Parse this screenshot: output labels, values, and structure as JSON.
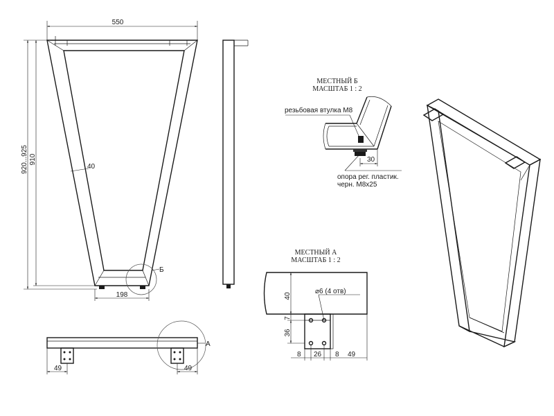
{
  "front_view": {
    "width_label": "550",
    "height_outer_label": "920...925",
    "height_inner_label": "910",
    "profile_label": "40",
    "bottom_width_label": "198",
    "callout_b": "Б"
  },
  "bottom_view": {
    "left_offset_label": "49",
    "right_offset_label": "49",
    "callout_a": "А"
  },
  "detail_b": {
    "title_line1": "МЕСТНЫЙ Б",
    "title_line2": "МАСШТАБ 1 : 2",
    "bushing_label": "резьбовая втулка М8",
    "dim_label": "30",
    "support_line1": "опора рег. пластик.",
    "support_line2": "черн. М8х25"
  },
  "detail_a": {
    "title_line1": "МЕСТНЫЙ А",
    "title_line2": "МАСШТАБ 1 : 2",
    "hole_label": "⌀6 (4 отв)",
    "dim_40": "40",
    "dim_7": "7",
    "dim_36": "36",
    "dim_8_left": "8",
    "dim_26": "26",
    "dim_8_right": "8",
    "dim_49": "49"
  }
}
